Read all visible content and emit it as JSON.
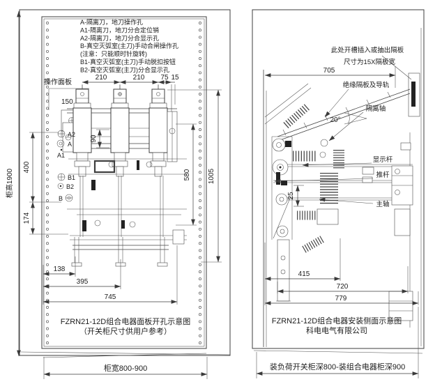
{
  "colors": {
    "line": "#3d3d3d",
    "text": "#1c1c1c",
    "bg": "#ffffff"
  },
  "left_view": {
    "legend": [
      "A-隔离刀，地刀操作孔",
      "A1-隔离刀，地刀分合定位销",
      "A2-隔离刀，地刀分合显示孔",
      "B-真空灭弧室(主刀)手动合闸操作孔",
      "(注意：只能顺时针旋转)",
      "B1-真空灭弧室(主刀)手动脱扣按钮",
      "B2-真空灭弧室(主刀)分合显示孔"
    ],
    "panel_label": "操作面板",
    "markers": {
      "a2": "A2",
      "a": "A",
      "a1": "A1",
      "b1": "B1",
      "b2": "B2",
      "b": "B"
    },
    "dims": {
      "d150": "150",
      "d210a": "210",
      "d210b": "210",
      "d75": "75",
      "d15": "15",
      "d90": "90",
      "d400": "400",
      "d174": "174",
      "d138": "138",
      "d395": "395",
      "d745": "745",
      "d580": "580",
      "d1005": "1005"
    },
    "cabinet_height": "柜高1900",
    "cabinet_width": "柜宽800-900",
    "caption_line1": "FZRN21-12D组合电器面板开孔示意图",
    "caption_line2": "（开关柜尺寸供用户参考）"
  },
  "right_view": {
    "notes": {
      "slot_line1": "此处开槽插入或抽出隔板",
      "slot_line2": "尺寸为15X隔板宽",
      "insulation_board": "绝缘隔板及导轨",
      "isolation_shaft": "隔离轴",
      "angle": "20°",
      "display_rod": "显示杆",
      "push_rod": "推杆",
      "main_shaft": "主轴"
    },
    "dims": {
      "d705": "705",
      "d25": "25",
      "d415": "415",
      "d720": "720",
      "d779": "779"
    },
    "caption_line1": "FZRN21-12D组合电器安装侧面示意图",
    "caption_line2": "科电电气有限公司",
    "cabinet_depth": "装负荷开关柜深800-装组合电器柜深900"
  }
}
